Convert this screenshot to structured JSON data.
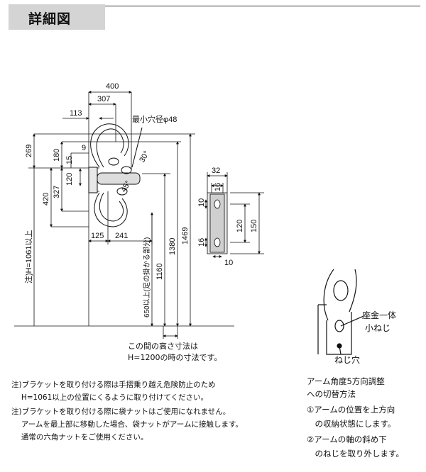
{
  "header": {
    "title": "詳細図"
  },
  "dims": {
    "d400": "400",
    "d307": "307",
    "d113": "113",
    "d9": "9",
    "d269": "269",
    "d180": "180",
    "d15": "15",
    "d120a": "120",
    "d420": "420",
    "d327": "327",
    "d125": "125",
    "d241": "241",
    "d1160": "1160",
    "d1380": "1380",
    "d1469": "1469",
    "d650": "650以上(足の掛かる部分)",
    "d1061": "注)H=1061以上",
    "d30": "30°",
    "d45": "45°",
    "d32": "32",
    "d16": "16",
    "d10a": "10",
    "d120b": "120",
    "d150": "150",
    "d16b": "16",
    "d10b": "10"
  },
  "labels": {
    "min_hole": "最小穴径φ48",
    "height_note_1": "この間の高さ寸法は",
    "height_note_2": "H=1200の時の寸法です。",
    "washer_1": "座金一体",
    "washer_2": "小ねじ",
    "screw_hole": "ねじ穴"
  },
  "notes": [
    "注)ブラケットを取り付ける際は手摺乗り越え危険防止のため",
    "　 H=1061以上の位置にくるように取り付けてください。",
    "注)ブラケットを取り付ける際に袋ナットはご使用になれません。",
    "　 アームを最上部に移動した場合、袋ナットがアームに接触します。",
    "　 通常の六角ナットをご使用ください。"
  ],
  "procedure": {
    "title_1": "アーム角度5方向調整",
    "title_2": "への切替方法",
    "step1_1": "①アームの位置を上方向",
    "step1_2": "　の収納状態にします。",
    "step2_1": "②アームの軸の斜め下",
    "step2_2": "　のねじを取り外します。"
  }
}
